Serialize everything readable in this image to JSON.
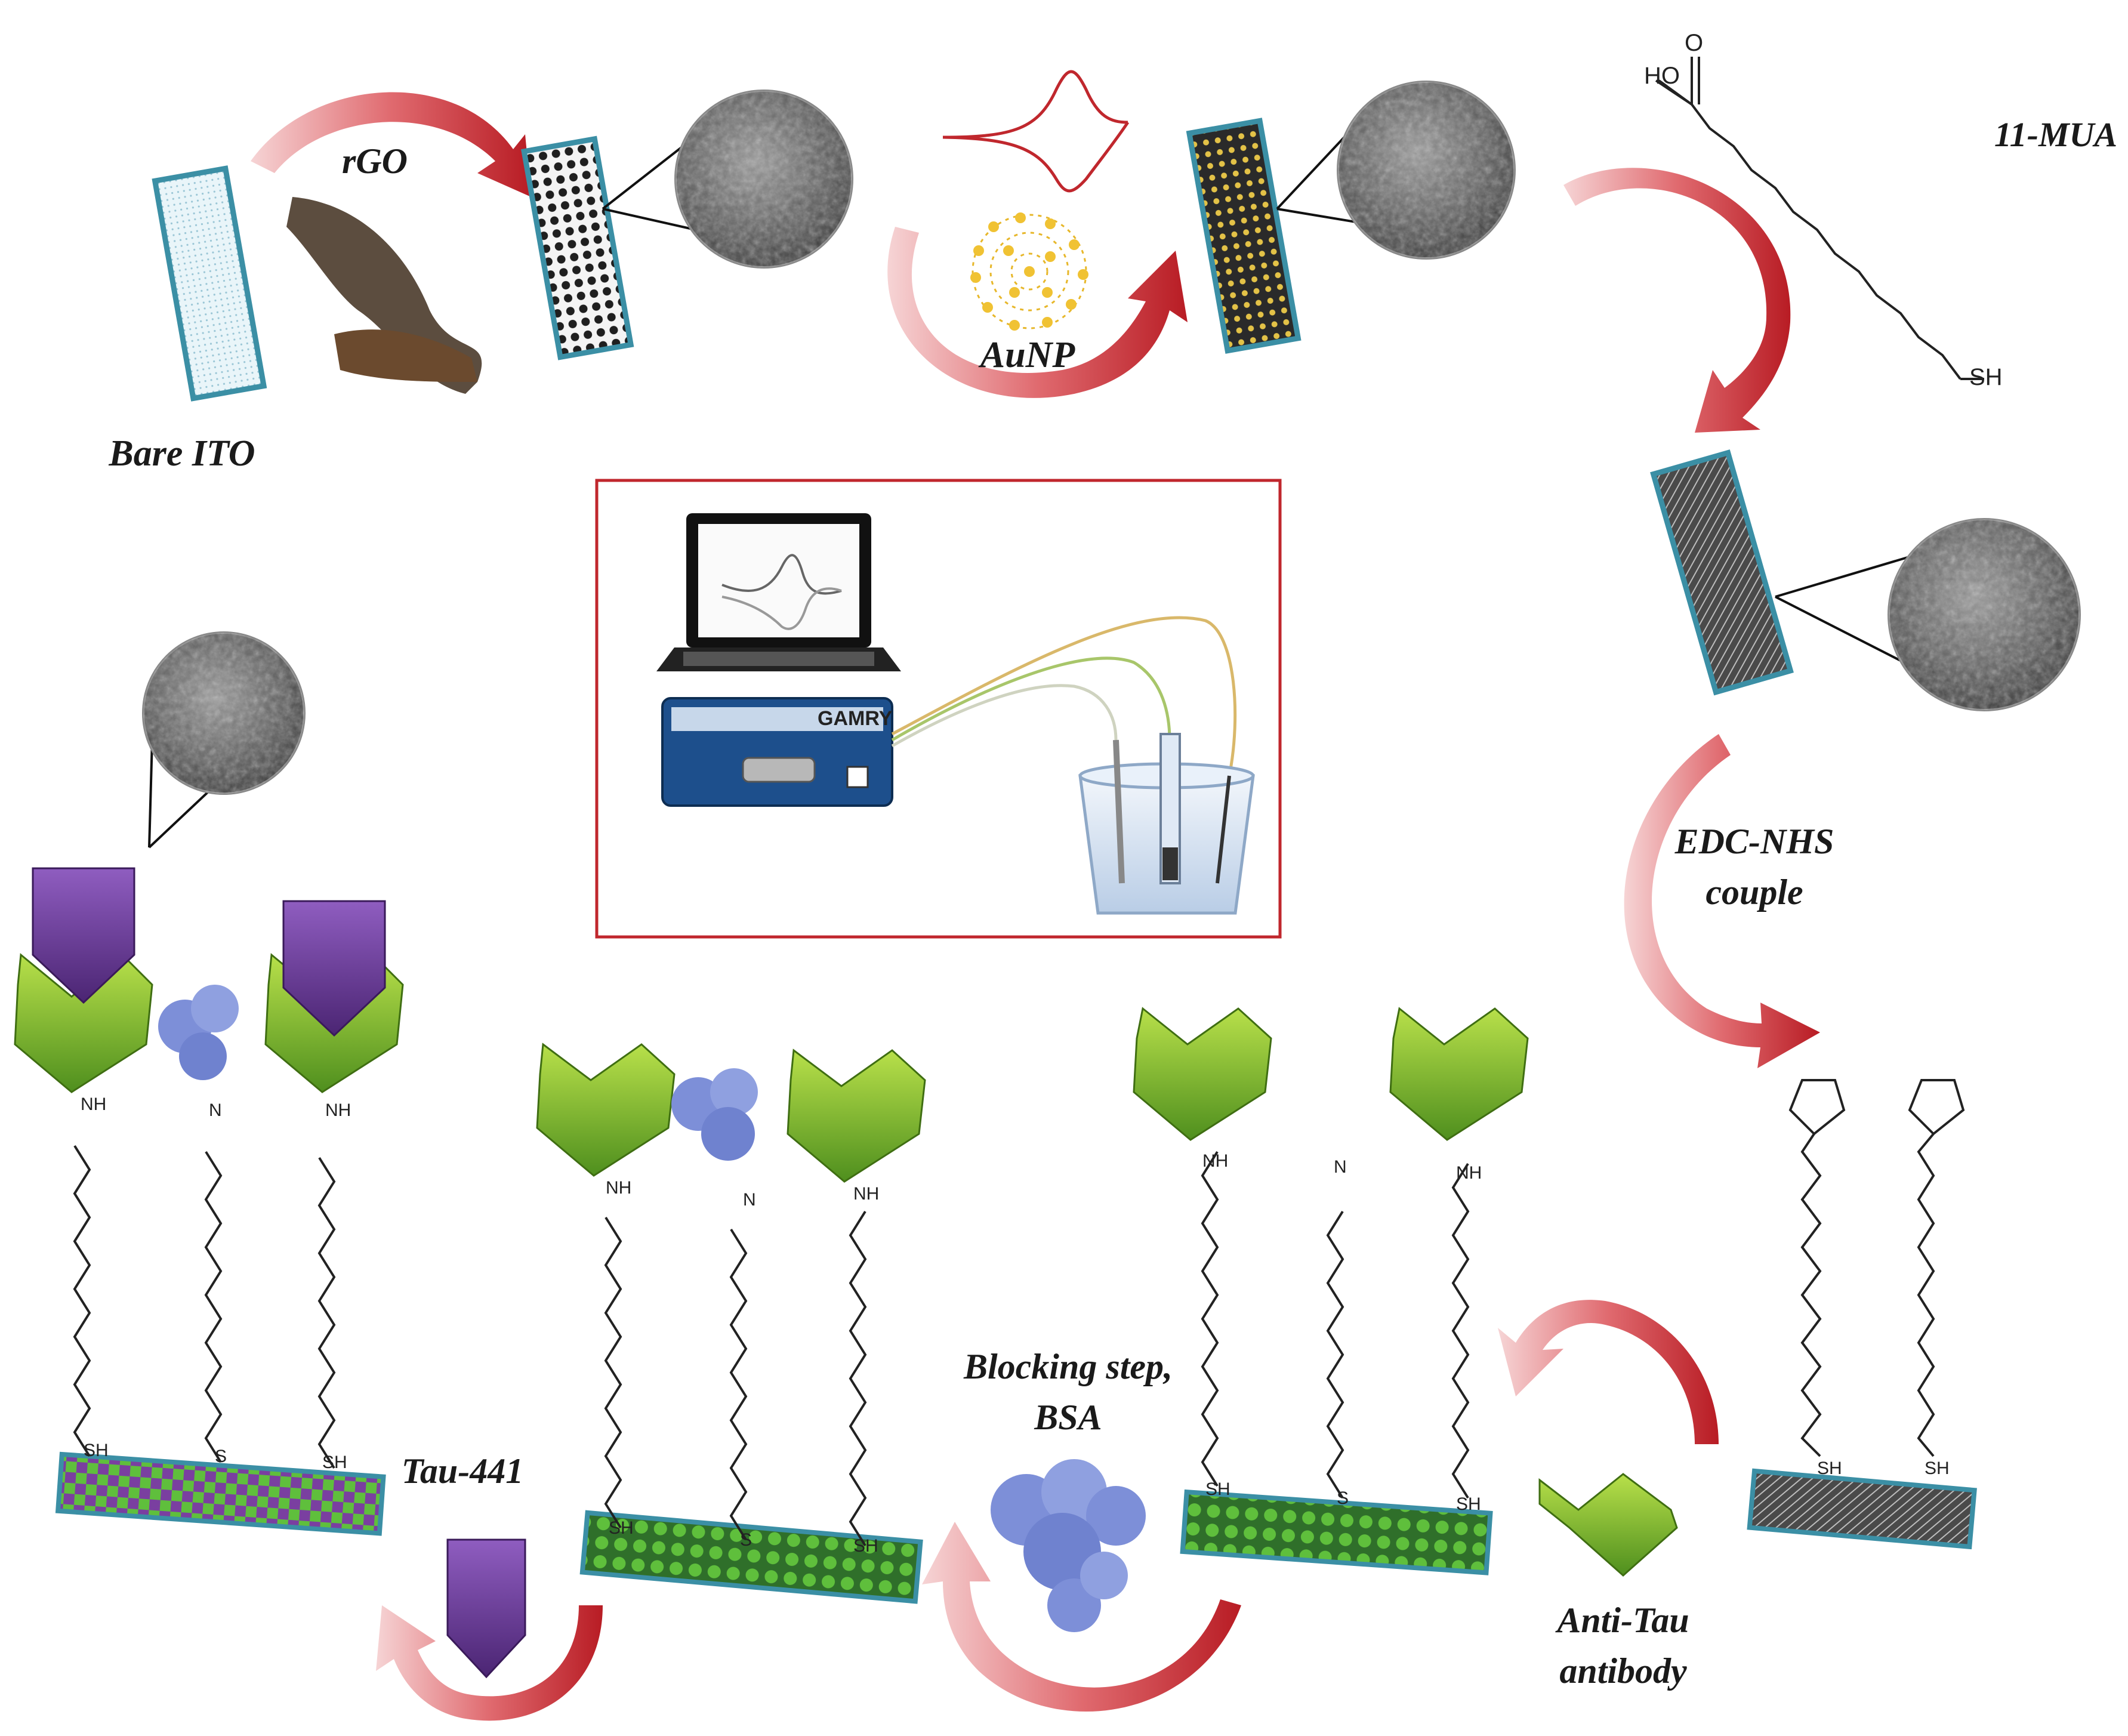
{
  "labels": {
    "bare_ito": "Bare ITO",
    "rgo": "rGO",
    "aunp": "AuNP",
    "mua": "11-MUA",
    "edc_nhs_line1": "EDC-NHS",
    "edc_nhs_line2": "couple",
    "anti_tau_line1": "Anti-Tau",
    "anti_tau_line2": "antibody",
    "blocking_line1": "Blocking step,",
    "blocking_line2": "BSA",
    "tau": "Tau-441"
  },
  "chem": {
    "hooh": "HO",
    "o": "O",
    "sh": "SH",
    "s": "S",
    "nh": "NH",
    "n": "N"
  },
  "device": {
    "brand": "GAMRY"
  },
  "colors": {
    "arrow": "#c0272d",
    "arrow_light": "#f3c3c5",
    "electrode_edge": "#3b8fa5",
    "antibody_green": "#7cb72b",
    "antigen_purple": "#6a3e91",
    "bsa_blue": "#7d8fd8",
    "inset_border": "#c0272d"
  }
}
